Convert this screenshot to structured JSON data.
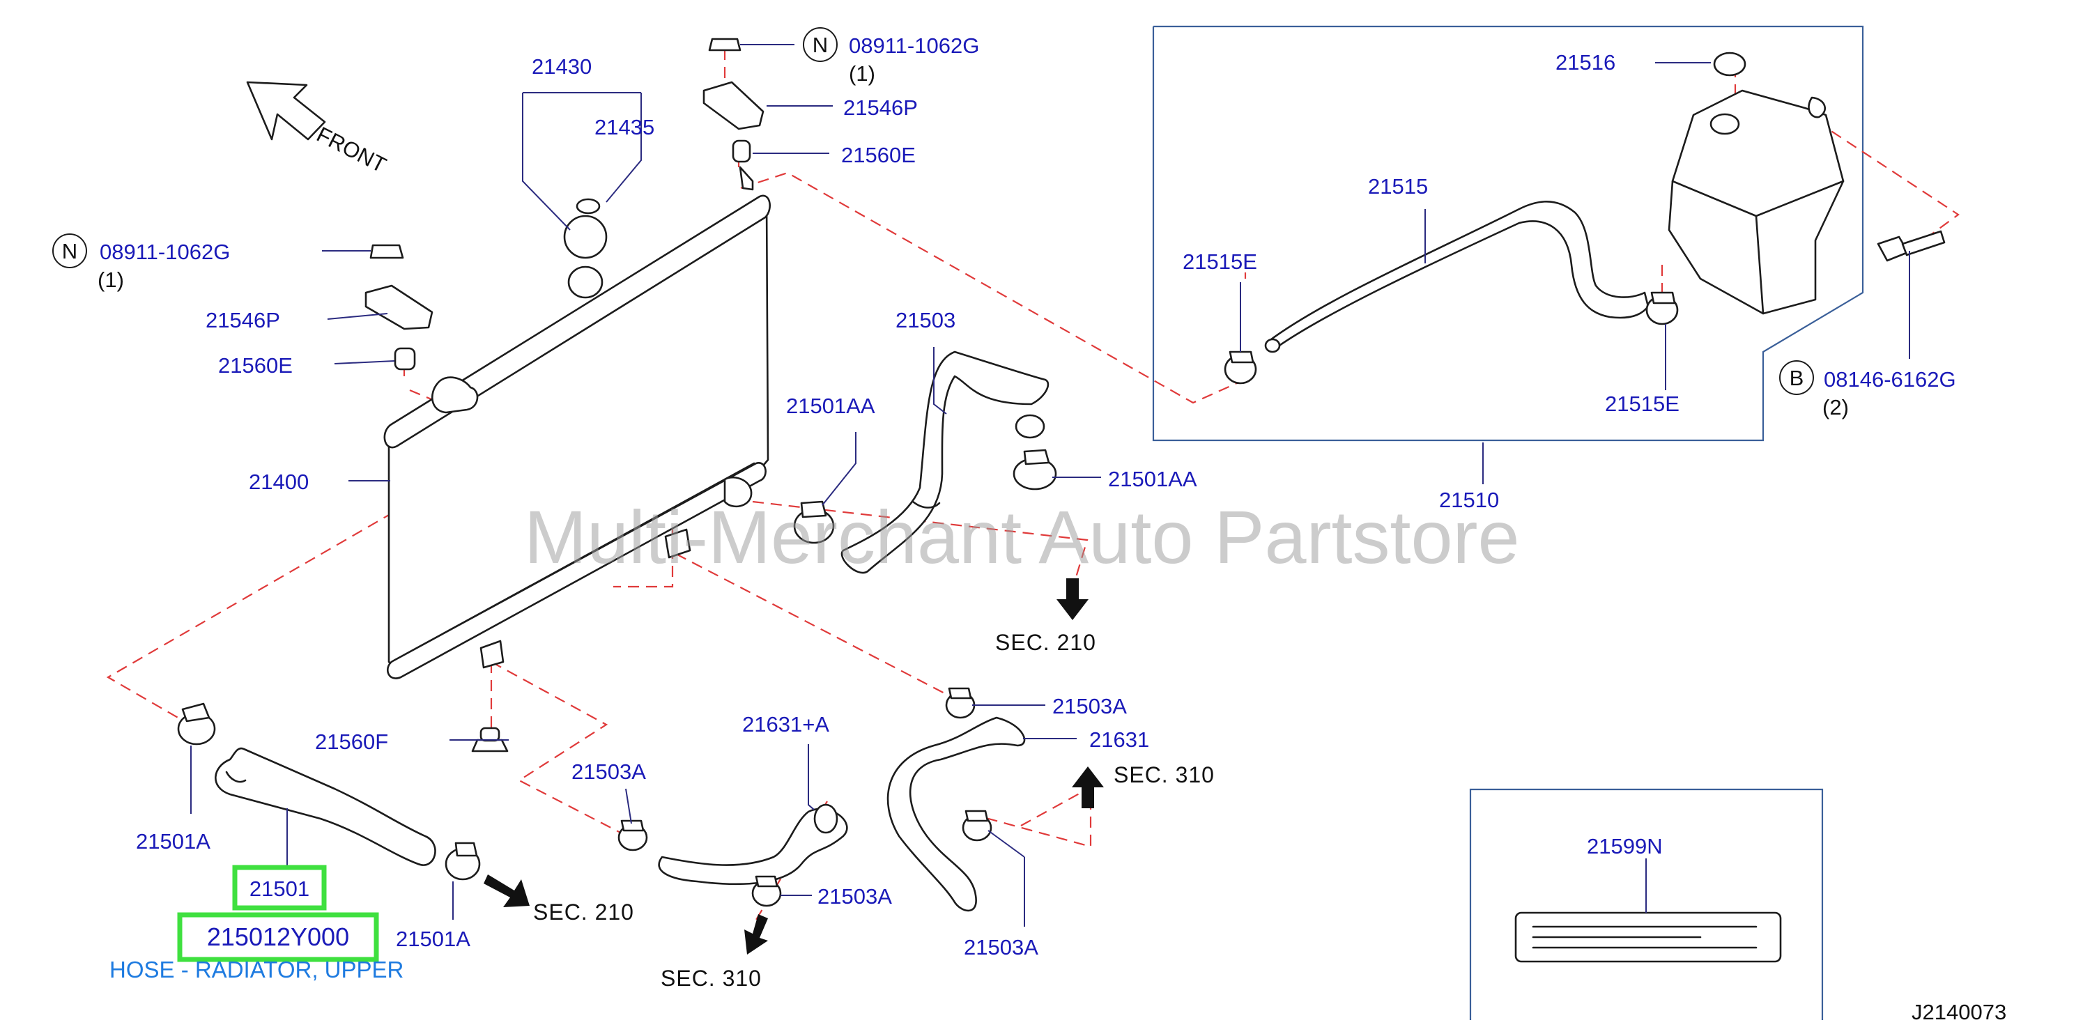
{
  "diagram_id": "J2140073",
  "watermark": "Multi-Merchant Auto Partstore",
  "orientation": {
    "label": "FRONT"
  },
  "callouts": {
    "p21430": "21430",
    "p21435": "21435",
    "n_top_code": "08911-1062G",
    "n_top_qty": "(1)",
    "p21546P_top": "21546P",
    "p21560E_top": "21560E",
    "n_left_code": "08911-1062G",
    "n_left_qty": "(1)",
    "p21546P_left": "21546P",
    "p21560E_left": "21560E",
    "p21400": "21400",
    "p21503": "21503",
    "p21501AA_a": "21501AA",
    "p21501AA_b": "21501AA",
    "p21516": "21516",
    "p21515": "21515",
    "p21515E_a": "21515E",
    "p21515E_b": "21515E",
    "b_code": "08146-6162G",
    "b_qty": "(2)",
    "p21510": "21510",
    "p21560F": "21560F",
    "p21501A_a": "21501A",
    "p21501A_b": "21501A",
    "p21501": "21501",
    "p21503A_a": "21503A",
    "p21503A_b": "21503A",
    "p21503A_c": "21503A",
    "p21503A_d": "21503A",
    "p21631A": "21631+A",
    "p21631": "21631",
    "p21599N": "21599N"
  },
  "circle_markers": {
    "n_top": "N",
    "n_left": "N",
    "b": "B"
  },
  "section_refs": {
    "sec210_a": "SEC.  210",
    "sec210_b": "SEC.  210",
    "sec310_a": "SEC.  310",
    "sec310_b": "SEC.  310"
  },
  "highlight": {
    "part_number": "215012Y000",
    "description": "HOSE - RADIATOR, UPPER",
    "color": "#3fe03f"
  },
  "colors": {
    "callout": "#1a1ab8",
    "leader": "#2b2b80",
    "dash": "#e03a3a",
    "description": "#1e7be0"
  }
}
